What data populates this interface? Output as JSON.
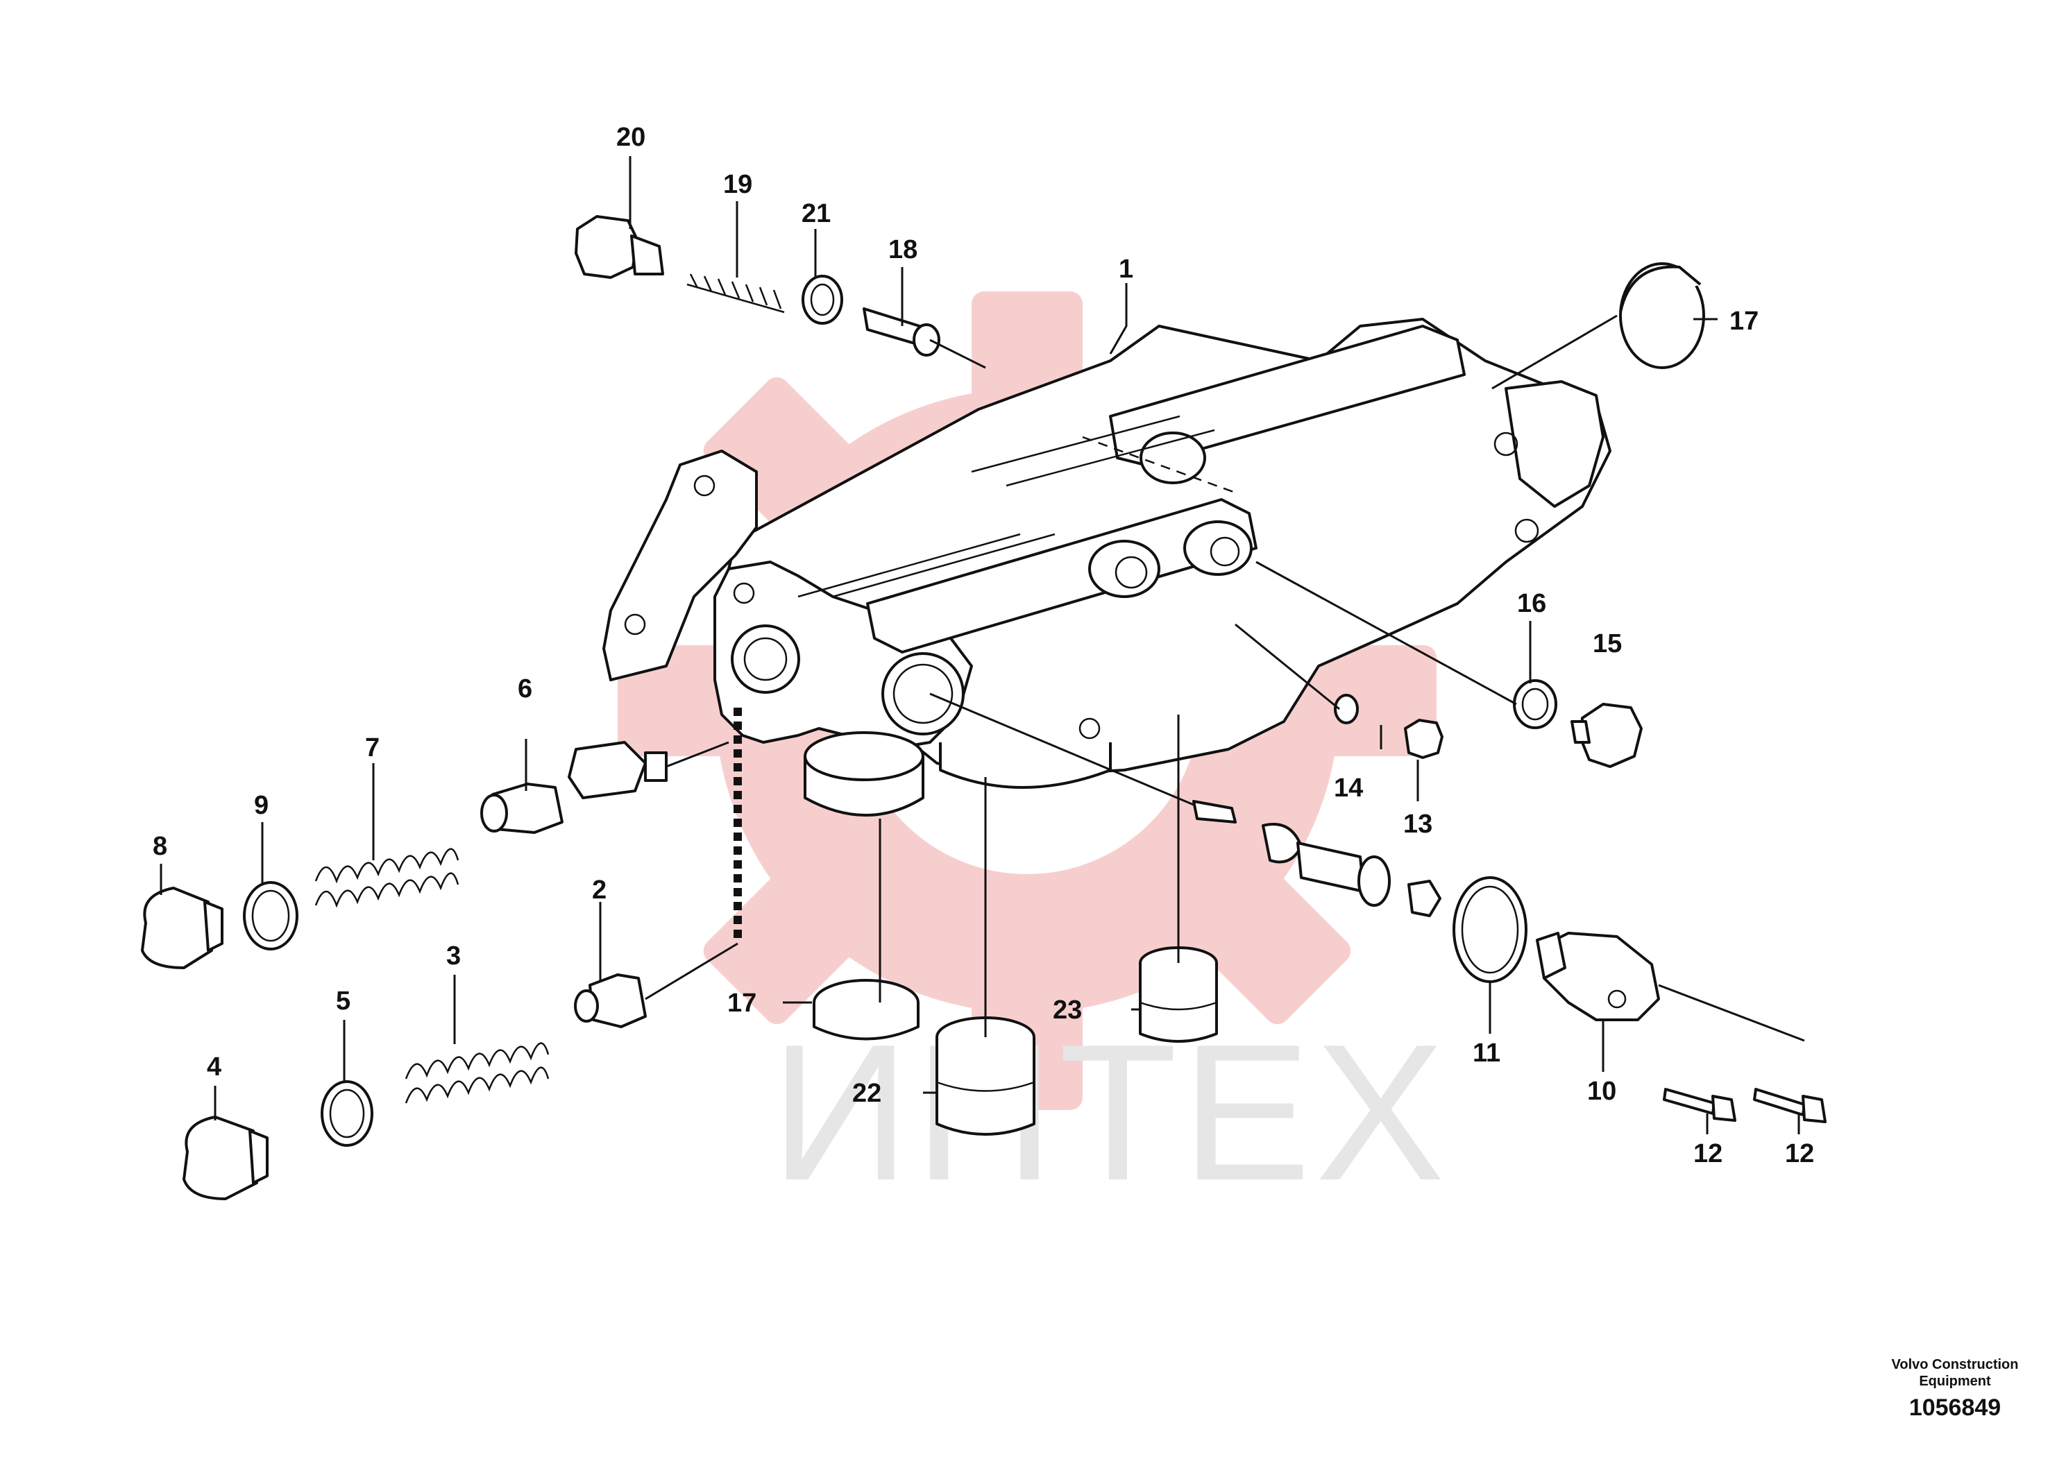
{
  "watermark": {
    "text": "ИНТЕХ",
    "gear_color": "#f7c9c9",
    "text_color": "#e6e6e6"
  },
  "diagram": {
    "brand_line1": "Volvo Construction",
    "brand_line2": "Equipment",
    "illustration_number": "1056849"
  },
  "callouts": [
    {
      "id": "c20",
      "label": "20"
    },
    {
      "id": "c19",
      "label": "19"
    },
    {
      "id": "c21",
      "label": "21"
    },
    {
      "id": "c18",
      "label": "18"
    },
    {
      "id": "c1",
      "label": "1"
    },
    {
      "id": "c17a",
      "label": "17"
    },
    {
      "id": "c16",
      "label": "16"
    },
    {
      "id": "c15",
      "label": "15"
    },
    {
      "id": "c14",
      "label": "14"
    },
    {
      "id": "c13",
      "label": "13"
    },
    {
      "id": "c6",
      "label": "6"
    },
    {
      "id": "c7",
      "label": "7"
    },
    {
      "id": "c9",
      "label": "9"
    },
    {
      "id": "c8",
      "label": "8"
    },
    {
      "id": "c2",
      "label": "2"
    },
    {
      "id": "c3",
      "label": "3"
    },
    {
      "id": "c5",
      "label": "5"
    },
    {
      "id": "c4",
      "label": "4"
    },
    {
      "id": "c17b",
      "label": "17"
    },
    {
      "id": "c22",
      "label": "22"
    },
    {
      "id": "c23",
      "label": "23"
    },
    {
      "id": "c11",
      "label": "11"
    },
    {
      "id": "c10",
      "label": "10"
    },
    {
      "id": "c12a",
      "label": "12"
    },
    {
      "id": "c12b",
      "label": "12"
    }
  ]
}
